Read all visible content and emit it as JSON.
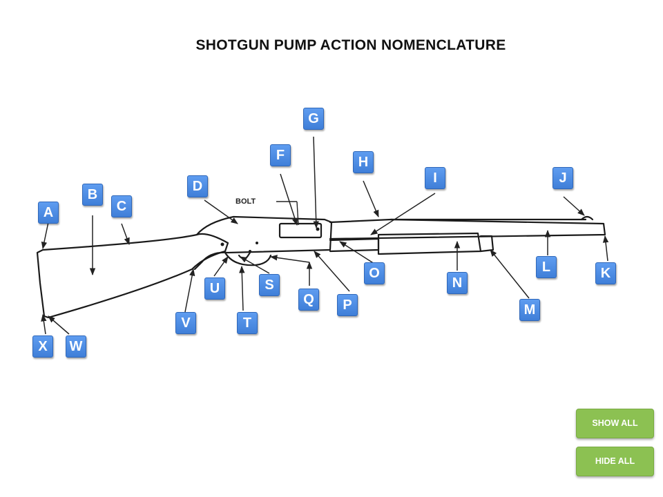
{
  "title": "SHOTGUN PUMP ACTION NOMENCLATURE",
  "diagram_text": {
    "bolt": "BOLT"
  },
  "labels": {
    "A": "A",
    "B": "B",
    "C": "C",
    "D": "D",
    "F": "F",
    "G": "G",
    "H": "H",
    "I": "I",
    "J": "J",
    "K": "K",
    "L": "L",
    "M": "M",
    "N": "N",
    "O": "O",
    "P": "P",
    "Q": "Q",
    "S": "S",
    "T": "T",
    "U": "U",
    "V": "V",
    "W": "W",
    "X": "X"
  },
  "buttons": {
    "show_all": "SHOW ALL",
    "hide_all": "HIDE ALL"
  },
  "colors": {
    "badge": "#4a89e0",
    "button": "#8cc152"
  }
}
